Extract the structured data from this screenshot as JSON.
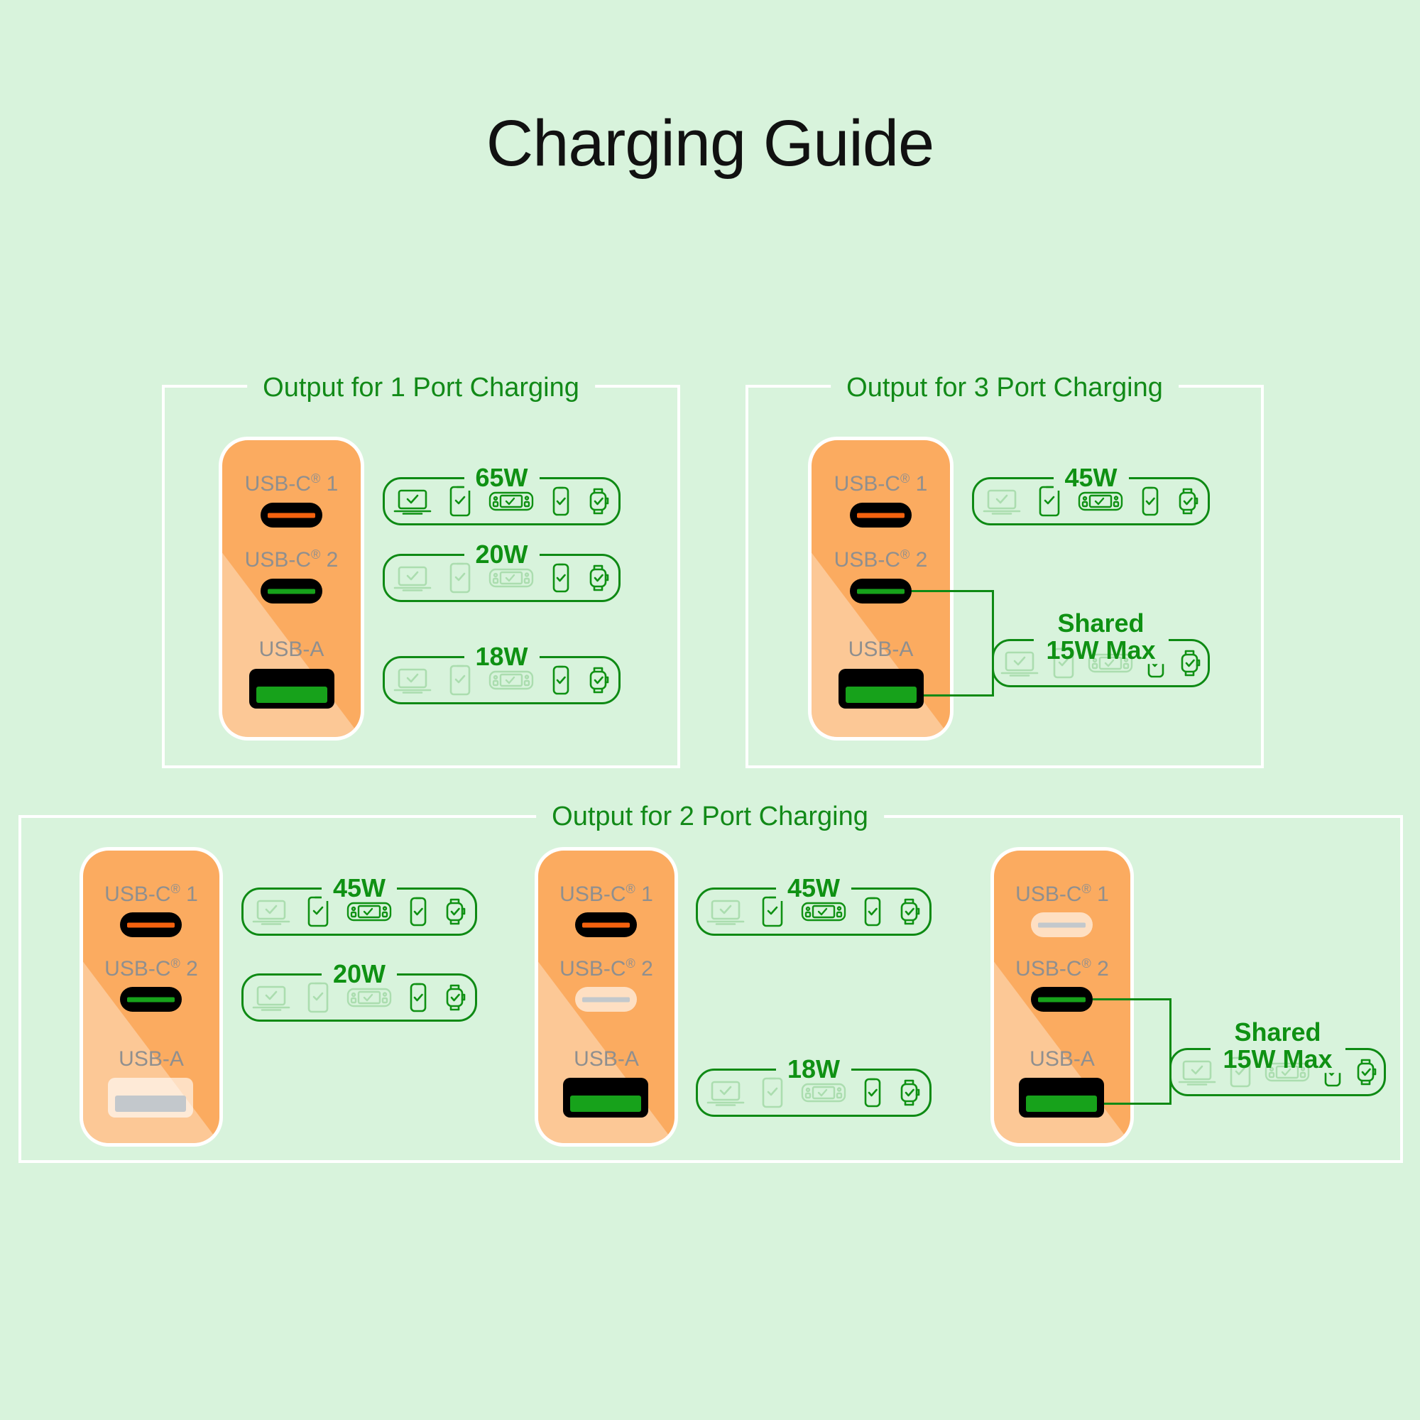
{
  "title": "Charging Guide",
  "colors": {
    "background": "#d8f3dc",
    "brand_green": "#0f9113",
    "title_green": "#128a18",
    "brick_orange": "#fbab60",
    "usbc1_accent": "#f4620f",
    "usbc2_accent": "#17a21b",
    "usba_accent": "#17a21b",
    "port_label_grey": "#8f8f8f",
    "frame_white": "#ffffff",
    "disabled_grey": "#c3c8cc"
  },
  "device_icon_names": [
    "laptop-icon",
    "tablet-icon",
    "handheld-console-icon",
    "phone-icon",
    "watt-watch-icon"
  ],
  "sections": [
    {
      "id": "one-port",
      "title": "Output for 1 Port Charging",
      "chargers": [
        {
          "ports": [
            {
              "name": "USB-C",
              "sup": "®",
              "index": "1",
              "type": "usb-c",
              "state": "active",
              "accent": "#f4620f"
            },
            {
              "name": "USB-C",
              "sup": "®",
              "index": "2",
              "type": "usb-c",
              "state": "active",
              "accent": "#17a21b"
            },
            {
              "name": "USB-A",
              "sup": "",
              "index": "",
              "type": "usb-a",
              "state": "active",
              "accent": "#17a21b"
            }
          ],
          "rows": [
            {
              "watt": "65W",
              "devices": [
                true,
                true,
                true,
                true,
                true
              ]
            },
            {
              "watt": "20W",
              "devices": [
                false,
                false,
                false,
                true,
                true
              ]
            },
            {
              "watt": "18W",
              "devices": [
                false,
                false,
                false,
                true,
                true
              ]
            }
          ]
        }
      ]
    },
    {
      "id": "three-port",
      "title": "Output for 3 Port Charging",
      "chargers": [
        {
          "ports": [
            {
              "name": "USB-C",
              "sup": "®",
              "index": "1",
              "type": "usb-c",
              "state": "active",
              "accent": "#f4620f"
            },
            {
              "name": "USB-C",
              "sup": "®",
              "index": "2",
              "type": "usb-c",
              "state": "active",
              "accent": "#17a21b"
            },
            {
              "name": "USB-A",
              "sup": "",
              "index": "",
              "type": "usb-a",
              "state": "active",
              "accent": "#17a21b"
            }
          ],
          "rows": [
            {
              "watt": "45W",
              "devices": [
                false,
                true,
                true,
                true,
                true
              ]
            },
            {
              "watt_lines": [
                "Shared",
                "15W Max"
              ],
              "shared": true,
              "devices": [
                false,
                false,
                false,
                true,
                true
              ]
            }
          ]
        }
      ]
    },
    {
      "id": "two-port",
      "title": "Output for 2 Port Charging",
      "chargers": [
        {
          "ports": [
            {
              "name": "USB-C",
              "sup": "®",
              "index": "1",
              "type": "usb-c",
              "state": "active",
              "accent": "#f4620f"
            },
            {
              "name": "USB-C",
              "sup": "®",
              "index": "2",
              "type": "usb-c",
              "state": "active",
              "accent": "#17a21b"
            },
            {
              "name": "USB-A",
              "sup": "",
              "index": "",
              "type": "usb-a",
              "state": "disabled",
              "accent": "#c3c8cc"
            }
          ],
          "rows": [
            {
              "watt": "45W",
              "devices": [
                false,
                true,
                true,
                true,
                true
              ]
            },
            {
              "watt": "20W",
              "devices": [
                false,
                false,
                false,
                true,
                true
              ]
            }
          ]
        },
        {
          "ports": [
            {
              "name": "USB-C",
              "sup": "®",
              "index": "1",
              "type": "usb-c",
              "state": "active",
              "accent": "#f4620f"
            },
            {
              "name": "USB-C",
              "sup": "®",
              "index": "2",
              "type": "usb-c",
              "state": "disabled",
              "accent": "#c3c8cc"
            },
            {
              "name": "USB-A",
              "sup": "",
              "index": "",
              "type": "usb-a",
              "state": "active",
              "accent": "#17a21b"
            }
          ],
          "rows": [
            {
              "watt": "45W",
              "devices": [
                false,
                true,
                true,
                true,
                true
              ]
            },
            {
              "watt": "18W",
              "devices": [
                false,
                false,
                false,
                true,
                true
              ]
            }
          ]
        },
        {
          "ports": [
            {
              "name": "USB-C",
              "sup": "®",
              "index": "1",
              "type": "usb-c",
              "state": "disabled",
              "accent": "#c3c8cc"
            },
            {
              "name": "USB-C",
              "sup": "®",
              "index": "2",
              "type": "usb-c",
              "state": "active",
              "accent": "#17a21b"
            },
            {
              "name": "USB-A",
              "sup": "",
              "index": "",
              "type": "usb-a",
              "state": "active",
              "accent": "#17a21b"
            }
          ],
          "rows": [
            {
              "watt_lines": [
                "Shared",
                "15W Max"
              ],
              "shared": true,
              "devices": [
                false,
                false,
                false,
                true,
                true
              ]
            }
          ]
        }
      ]
    }
  ],
  "labels": {
    "usbc1": "USB-C® 1",
    "usbc2": "USB-C® 2",
    "usba": "USB-A",
    "watt_65": "65W",
    "watt_45": "45W",
    "watt_20": "20W",
    "watt_18": "18W",
    "shared_line1": "Shared",
    "shared_line2": "15W Max"
  }
}
